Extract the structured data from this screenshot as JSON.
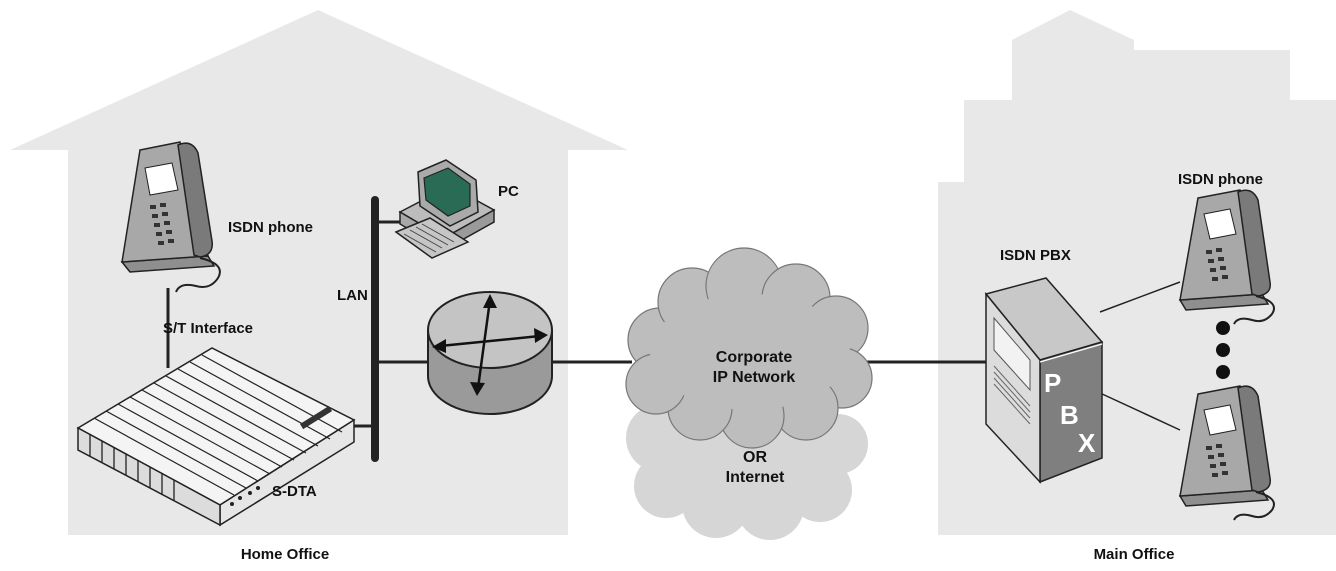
{
  "buildings": {
    "home_caption": "Home Office",
    "main_caption": "Main Office"
  },
  "home": {
    "isdn_phone_label": "ISDN phone",
    "pc_label": "PC",
    "lan_label": "LAN",
    "st_interface_label": "S/T Interface",
    "sdta_label": "S-DTA"
  },
  "network": {
    "cloud_top_line1": "Corporate",
    "cloud_top_line2": "IP Network",
    "cloud_bottom_line1": "OR",
    "cloud_bottom_line2": "Internet"
  },
  "main": {
    "pbx_label": "ISDN PBX",
    "isdn_phone_label": "ISDN phone",
    "pbx_letter_p": "P",
    "pbx_letter_b": "B",
    "pbx_letter_x": "X"
  },
  "colors": {
    "building_fill": "#e8e8e8",
    "line": "#222222",
    "cloud_dark": "#bdbdbd",
    "cloud_light": "#d9d9d9"
  }
}
